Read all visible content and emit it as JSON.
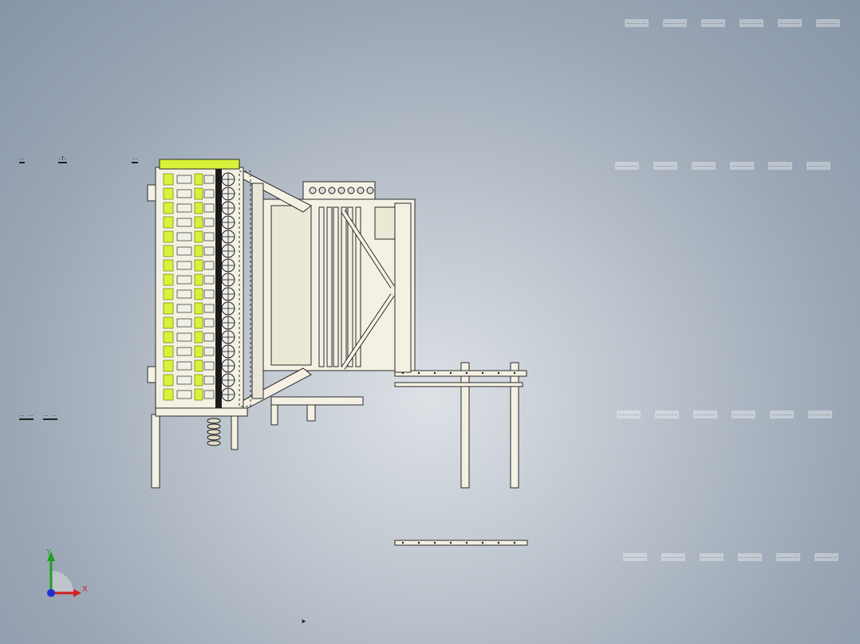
{
  "app": {
    "view_type": "cad-assembly-viewport"
  },
  "bom_tables": [
    {
      "cells": [
        "----------",
        "----------",
        "----------",
        "----------",
        "----------",
        "----------"
      ]
    },
    {
      "cells": [
        "----------",
        "----------",
        "----------",
        "----------",
        "----------",
        "----------"
      ]
    },
    {
      "cells": [
        "----------",
        "----------",
        "----------",
        "----------",
        "----------",
        "----------"
      ]
    },
    {
      "cells": [
        "----------",
        "----------",
        "----------",
        "----------",
        "----------",
        "----------"
      ]
    }
  ],
  "side_marks": {
    "top": [
      "--",
      "-T-",
      "--"
    ],
    "bottom": [
      "-- --",
      "-- --"
    ]
  },
  "triad": {
    "x_label": "X",
    "y_label": "Y",
    "x_color": "#d02020",
    "y_color": "#20a020",
    "z_color": "#2030d0"
  },
  "colors": {
    "frame": "#f4f1e4",
    "highlight": "#d8f23a",
    "outline": "#2a2a2a",
    "dark": "#1a1a1a"
  }
}
